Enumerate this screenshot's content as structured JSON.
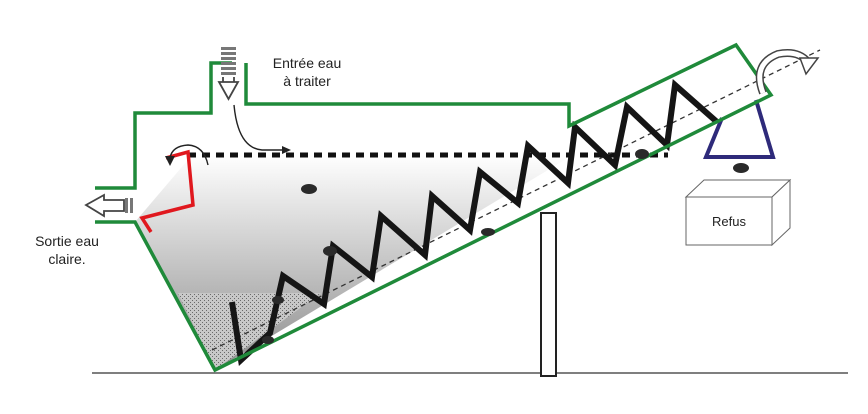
{
  "labels": {
    "inlet_line1": "Entrée eau",
    "inlet_line2": "à traiter",
    "outlet_line1": "Sortie eau",
    "outlet_line2": "claire.",
    "reject": "Refus"
  },
  "colors": {
    "hull": "#1f8a3a",
    "overflow_weir": "#e0181e",
    "reject_hopper": "#2e2a7a",
    "screw": "#151515",
    "water_top": "#ffffff",
    "water_bottom": "#8c8c8c",
    "sludge": "#b0b0b0",
    "particles": "#2a2a2a"
  },
  "icons": {
    "inlet_arrow": "arrow-down-icon",
    "outlet_arrow": "arrow-left-icon",
    "discharge_arrow": "curved-arrow-icon"
  }
}
